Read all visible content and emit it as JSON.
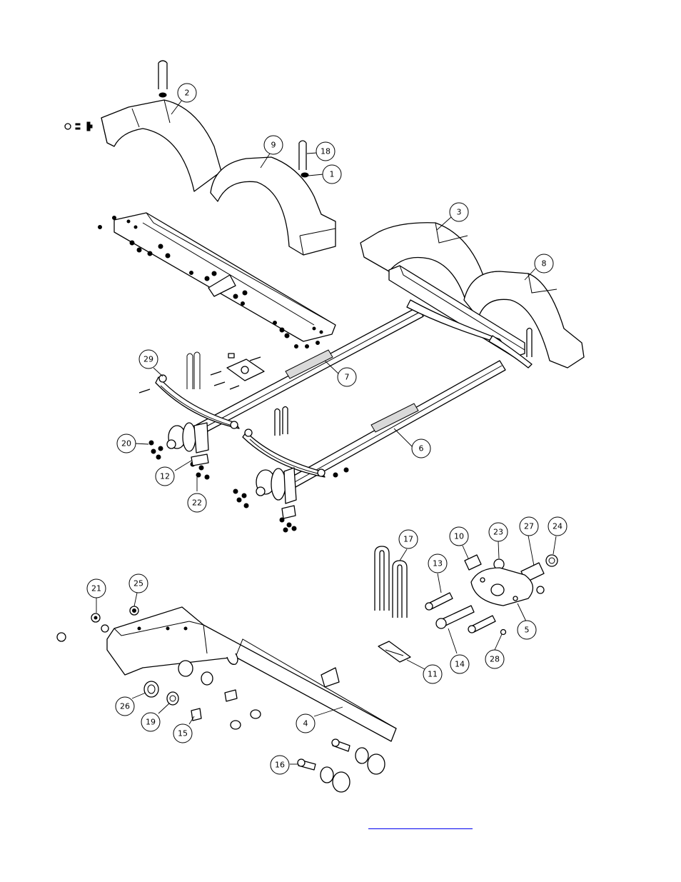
{
  "callouts": [
    {
      "id": "c-2",
      "label": "2"
    },
    {
      "id": "c-9",
      "label": "9"
    },
    {
      "id": "c-18",
      "label": "18"
    },
    {
      "id": "c-1",
      "label": "1"
    },
    {
      "id": "c-3",
      "label": "3"
    },
    {
      "id": "c-8",
      "label": "8"
    },
    {
      "id": "c-29",
      "label": "29"
    },
    {
      "id": "c-7",
      "label": "7"
    },
    {
      "id": "c-6",
      "label": "6"
    },
    {
      "id": "c-20",
      "label": "20"
    },
    {
      "id": "c-12",
      "label": "12"
    },
    {
      "id": "c-22",
      "label": "22"
    },
    {
      "id": "c-17",
      "label": "17"
    },
    {
      "id": "c-10",
      "label": "10"
    },
    {
      "id": "c-23",
      "label": "23"
    },
    {
      "id": "c-27",
      "label": "27"
    },
    {
      "id": "c-24",
      "label": "24"
    },
    {
      "id": "c-13",
      "label": "13"
    },
    {
      "id": "c-5",
      "label": "5"
    },
    {
      "id": "c-14",
      "label": "14"
    },
    {
      "id": "c-28",
      "label": "28"
    },
    {
      "id": "c-11",
      "label": "11"
    },
    {
      "id": "c-21",
      "label": "21"
    },
    {
      "id": "c-25",
      "label": "25"
    },
    {
      "id": "c-26",
      "label": "26"
    },
    {
      "id": "c-19",
      "label": "19"
    },
    {
      "id": "c-15",
      "label": "15"
    },
    {
      "id": "c-4",
      "label": "4"
    },
    {
      "id": "c-16",
      "label": "16"
    }
  ],
  "footer": {
    "link_text": ""
  }
}
